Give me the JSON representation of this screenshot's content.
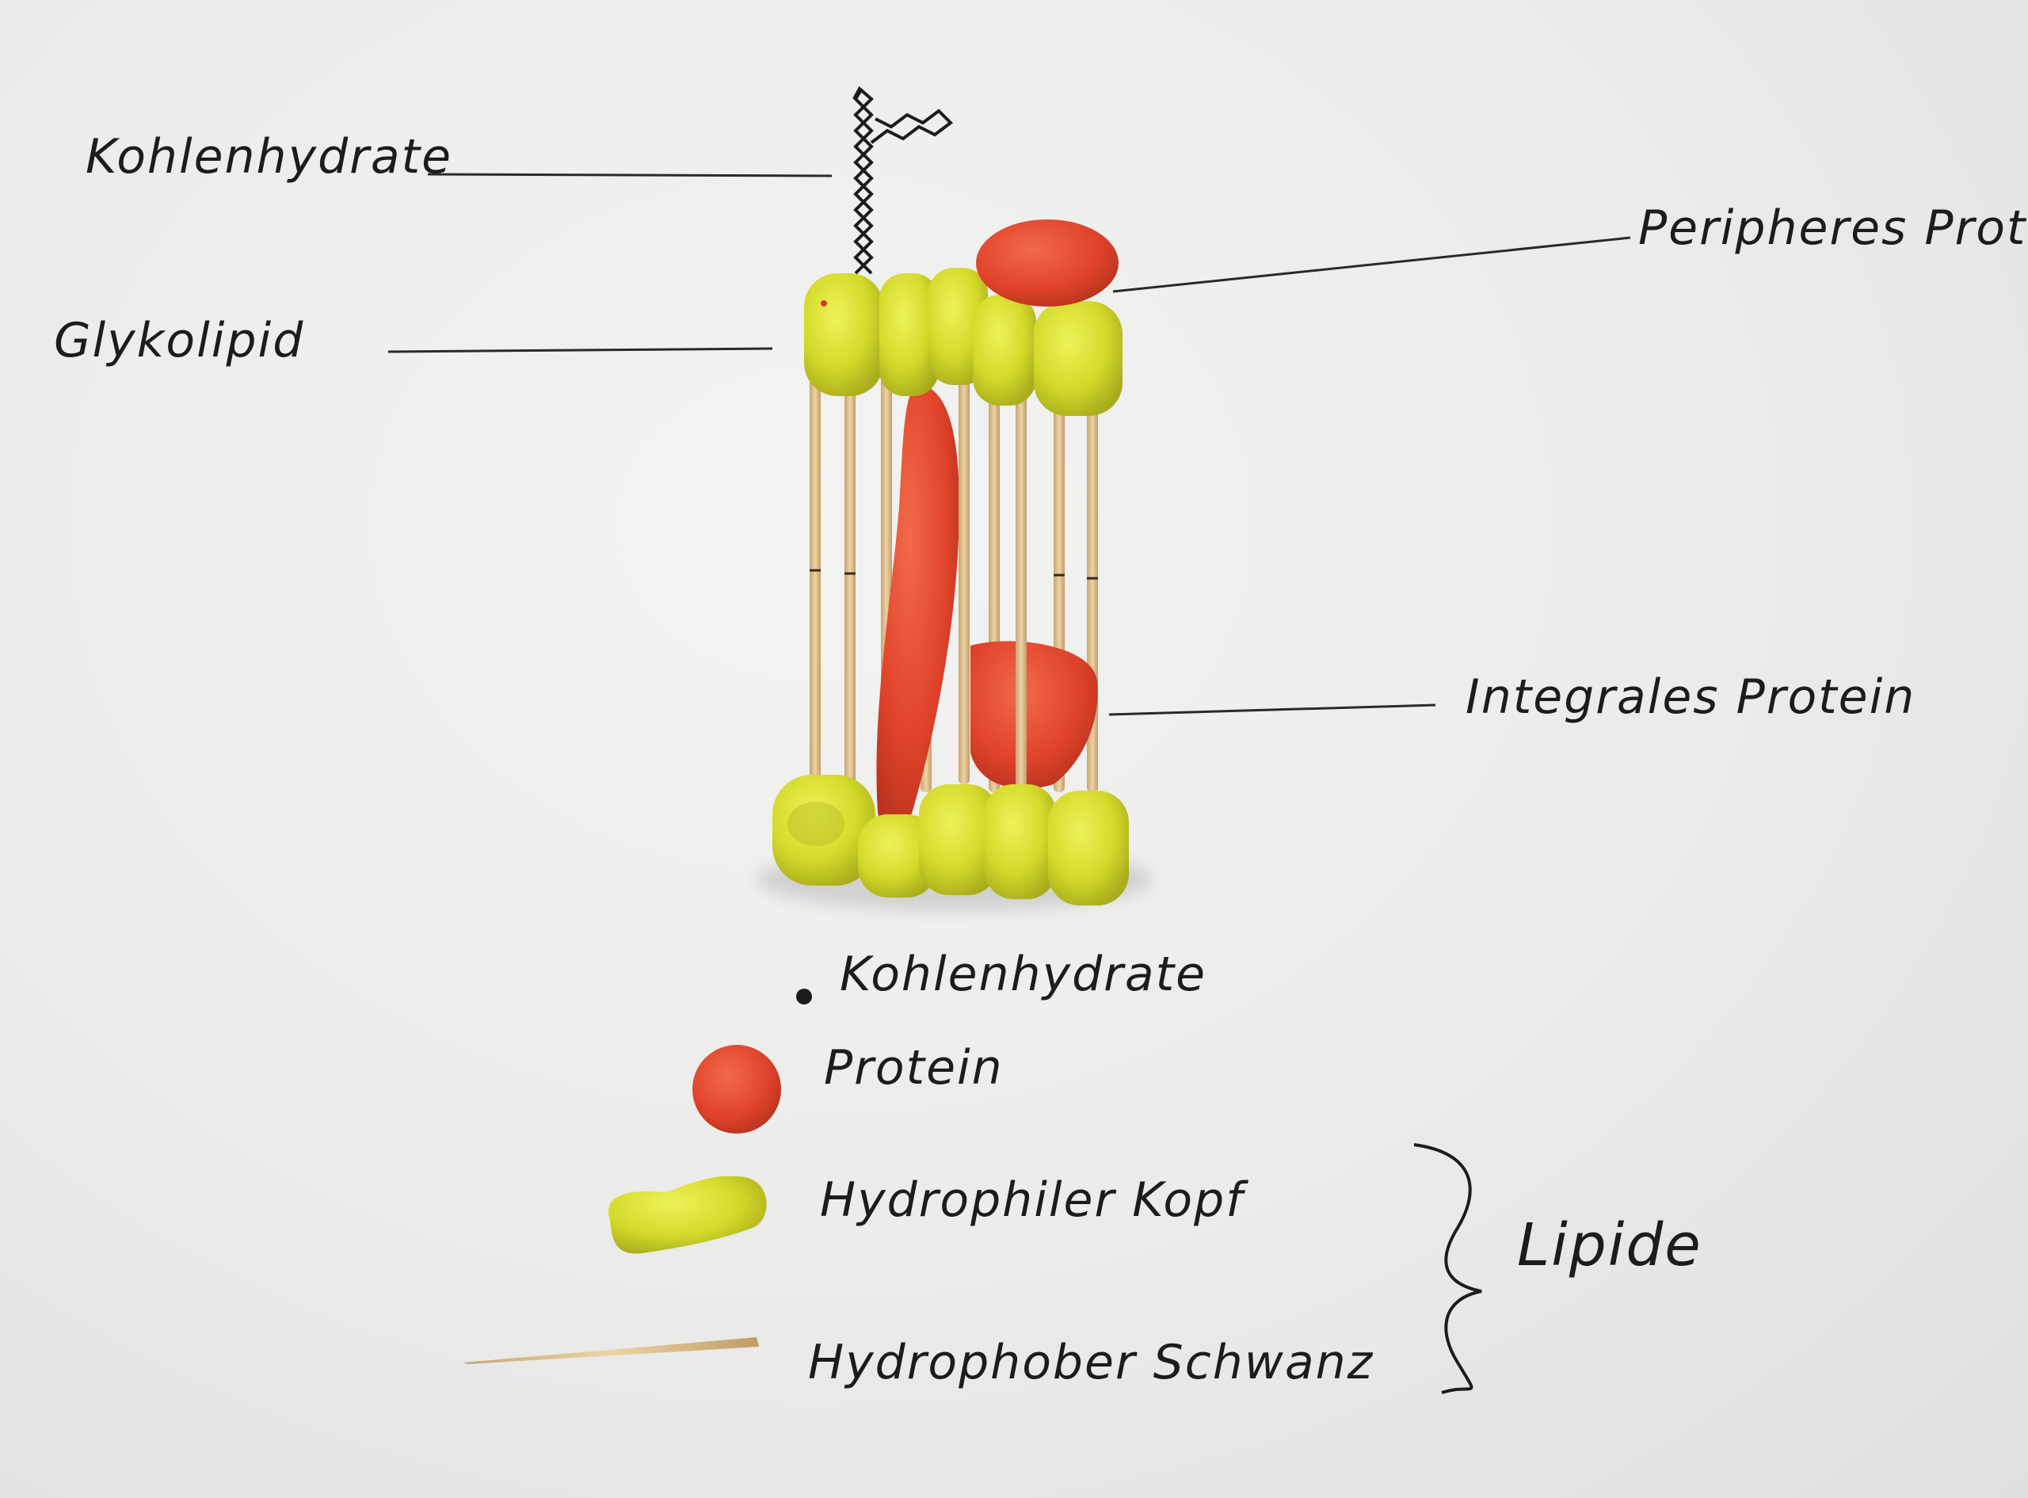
{
  "colors": {
    "paper": "#ececec",
    "lipid_head": "#d6dc2e",
    "protein": "#e2452a",
    "toothpick": "#d9b98a",
    "ink": "#1c1c1c"
  },
  "labels": {
    "carbohydrates_top": "Kohlenhydrate",
    "glycolipid": "Glykolipid",
    "peripheral_protein": "Peripheres Protein",
    "integral_protein": "Integrales Protein"
  },
  "legend": {
    "carbohydrates": "Kohlenhydrate",
    "protein": "Protein",
    "hydrophilic_head": "Hydrophiler Kopf",
    "hydrophobic_tail": "Hydrophober Schwanz",
    "lipids": "Lipide"
  }
}
